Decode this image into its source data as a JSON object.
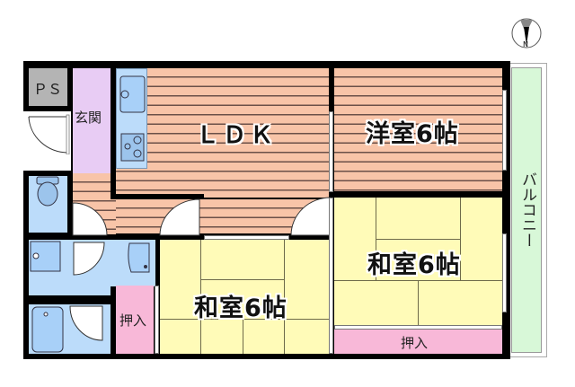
{
  "floor_plan": {
    "rooms": {
      "ps": {
        "label": "ＰＳ"
      },
      "entrance": {
        "label": "玄関"
      },
      "ldk": {
        "label": "ＬＤＫ"
      },
      "western_room": {
        "label": "洋室6帖"
      },
      "japanese_room_1": {
        "label": "和室6帖"
      },
      "japanese_room_2": {
        "label": "和室6帖"
      },
      "closet_1": {
        "label": "押入"
      },
      "closet_2": {
        "label": "押入"
      },
      "balcony": {
        "label": "バルコニー"
      }
    },
    "compass": {
      "direction_label": "N"
    },
    "colors": {
      "wall": "#000000",
      "wood_floor": "#f8c4a8",
      "tatami": "#fffbb8",
      "wet_area": "#bcdcfa",
      "entrance": "#e8ccf4",
      "closet": "#f8b8d8",
      "balcony": "#d8f8d8",
      "ps": "#b4b4b4"
    }
  }
}
